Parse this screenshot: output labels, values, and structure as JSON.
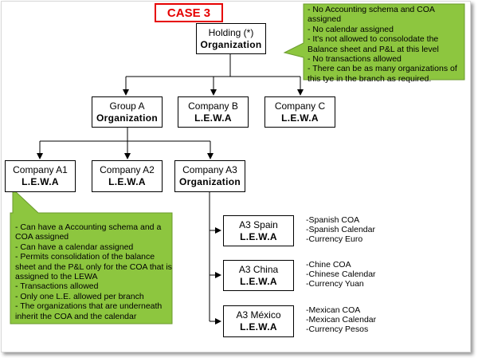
{
  "case_label": "CASE 3",
  "holding": {
    "title": "Holding (*)",
    "subtitle": "Organization"
  },
  "level2": [
    {
      "title": "Group A",
      "subtitle": "Organization"
    },
    {
      "title": "Company B",
      "subtitle": "L.E.W.A"
    },
    {
      "title": "Company C",
      "subtitle": "L.E.W.A"
    }
  ],
  "level3": [
    {
      "title": "Company A1",
      "subtitle": "L.E.W.A"
    },
    {
      "title": "Company A2",
      "subtitle": "L.E.W.A"
    },
    {
      "title": "Company A3",
      "subtitle": "Organization"
    }
  ],
  "level4": [
    {
      "title": "A3 Spain",
      "subtitle": "L.E.W.A",
      "details": [
        "-Spanish COA",
        "-Spanish Calendar",
        "-Currency Euro"
      ]
    },
    {
      "title": "A3 China",
      "subtitle": "L.E.W.A",
      "details": [
        "-Chine COA",
        "-Chinese Calendar",
        "-Currency Yuan"
      ]
    },
    {
      "title": "A3 México",
      "subtitle": "L.E.W.A",
      "details": [
        "-Mexican COA",
        "-Mexican Calendar",
        "-Currency Pesos"
      ]
    }
  ],
  "note_organization": [
    "- No Accounting schema and COA",
    "  assigned",
    "- No calendar assigned",
    "- It's not allowed to consolodate the",
    "Balance sheet and P&L at this level",
    "- No transactions allowed",
    "- There can be as many organizations of",
    "this tye in the branch as required."
  ],
  "note_lewa": [
    "- Can have a Accounting schema and a",
    "COA assigned",
    "- Can have a calendar assigned",
    "- Permits consolidation of the balance",
    "sheet and the P&L only for the COA that is",
    "assigned to the LEWA",
    "- Transactions allowed",
    "- Only one L.E. allowed per branch",
    "- The organizations that are underneath",
    "inherit the COA and the calendar"
  ],
  "colors": {
    "note_fill": "#8dc63f",
    "note_border": "#6b9a2e",
    "case_red": "#e60000"
  }
}
